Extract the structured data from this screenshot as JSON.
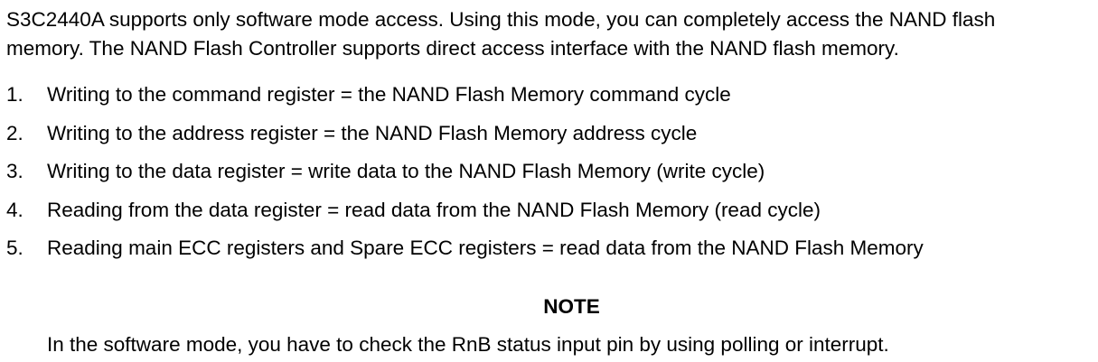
{
  "intro": {
    "line1": "S3C2440A supports only software mode access. Using this mode, you can completely access the NAND flash",
    "line2": "memory.  The NAND Flash Controller supports direct access interface with the NAND flash memory."
  },
  "list": [
    {
      "num": "1.",
      "text": "Writing to the command register = the NAND Flash Memory command cycle"
    },
    {
      "num": "2.",
      "text": "Writing to the address register = the NAND Flash Memory address cycle"
    },
    {
      "num": "3.",
      "text": "Writing to the data register = write data to the NAND Flash Memory (write cycle)"
    },
    {
      "num": "4.",
      "text": "Reading from the data register = read data from the NAND Flash Memory (read cycle)"
    },
    {
      "num": "5.",
      "text": "Reading main ECC registers and Spare ECC registers = read data from the NAND Flash Memory"
    }
  ],
  "note": {
    "title": "NOTE",
    "body": "In the software mode, you have to check the RnB status input pin by using polling or interrupt."
  }
}
